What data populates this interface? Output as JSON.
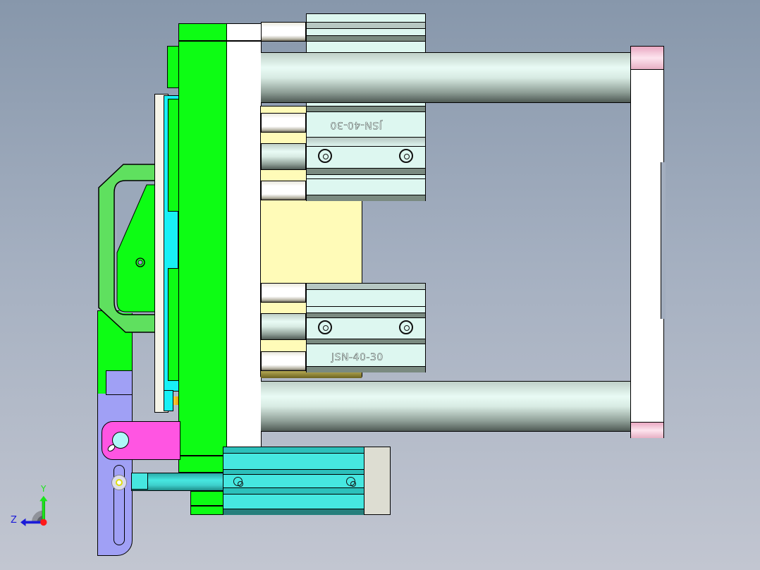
{
  "viewport": {
    "type": "cad-3d-view",
    "background_top": "#8797ab",
    "background_bottom": "#c2c6d1"
  },
  "parts": {
    "cylinder_top_label": "JSN-40-30",
    "cylinder_bottom_label": "JSN-40-30",
    "colors": {
      "main_plate": "#0dfd14",
      "handle": "#5fe05f",
      "face_plate": "#ffffff",
      "cyan_plate": "#18f0f5",
      "cylinder_body": "#ddf7f0",
      "spacer_block": "#fffbb8",
      "bracket": "#a0a0f5",
      "link_arm": "#ff55e2",
      "small_cylinder": "#46e7e0",
      "end_cap": "#ddddd2",
      "end_plate_ring": "#f5c8d8"
    }
  },
  "triad": {
    "y_label": "Y",
    "z_label": "Z",
    "y_color": "#1be51b",
    "z_color": "#1b1bd8",
    "origin_color": "#ff1a1a"
  }
}
